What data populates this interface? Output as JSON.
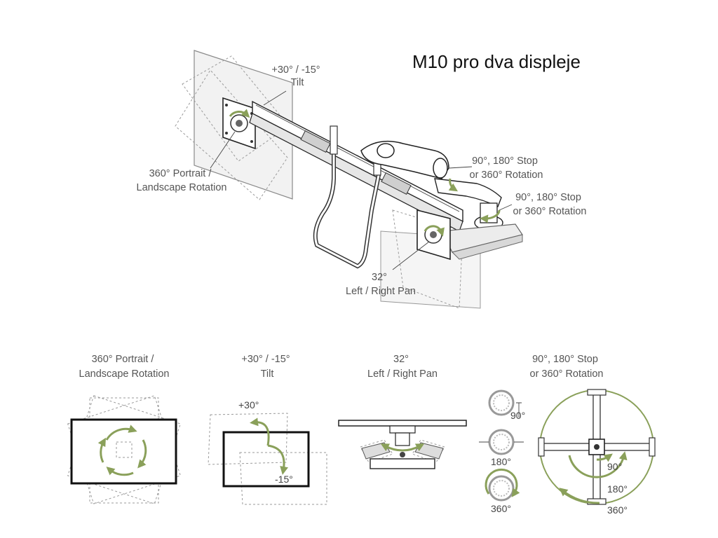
{
  "title": "M10 pro dva displeje",
  "callouts": {
    "tilt": [
      "+30° / -15°",
      "Tilt"
    ],
    "portrait": [
      "360° Portrait /",
      "Landscape Rotation"
    ],
    "stop_upper": [
      "90°, 180° Stop",
      "or 360° Rotation"
    ],
    "stop_lower": [
      "90°, 180° Stop",
      "or 360° Rotation"
    ],
    "pan": [
      "32°",
      "Left / Right Pan"
    ]
  },
  "panels": {
    "portrait": [
      "360° Portrait /",
      "Landscape Rotation"
    ],
    "tilt": [
      "+30° / -15°",
      "Tilt"
    ],
    "pan": [
      "32°",
      "Left / Right Pan"
    ],
    "stop": [
      "90°, 180° Stop",
      "or 360° Rotation"
    ]
  },
  "tilt_marks": {
    "up": "+30°",
    "down": "-15°"
  },
  "stop_marks": {
    "small_90": "90°",
    "small_180": "180°",
    "small_360": "360°",
    "big_90": "90°",
    "big_180": "180°",
    "big_360": "360°"
  },
  "accent_color": "#8aa05a"
}
